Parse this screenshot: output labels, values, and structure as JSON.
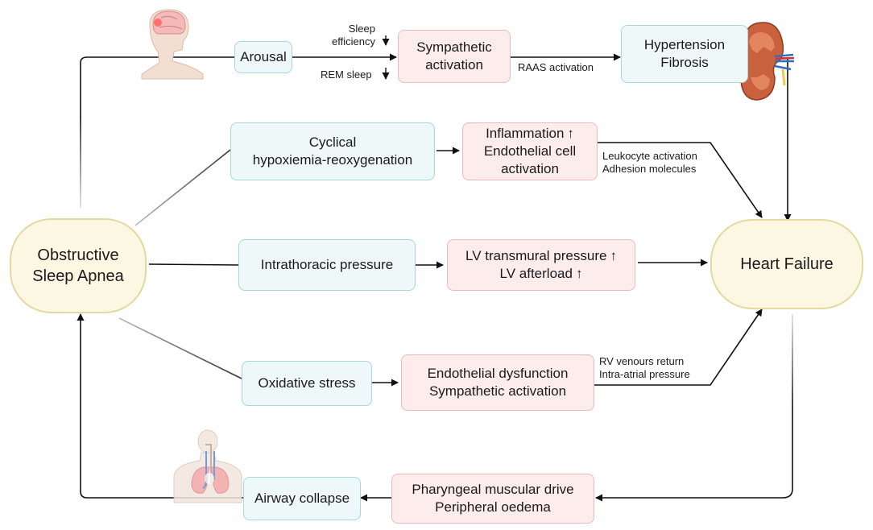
{
  "nodes": {
    "osa": [
      "Obstructive",
      "Sleep Apnea"
    ],
    "hf": "Heart Failure",
    "arousal": "Arousal",
    "sympathetic": [
      "Sympathetic",
      "activation"
    ],
    "hypertension": [
      "Hypertension",
      "Fibrosis"
    ],
    "cyclical": [
      "Cyclical",
      "hypoxiemia-reoxygenation"
    ],
    "inflammation": [
      "Inflammation",
      "Endothelial cell",
      "activation"
    ],
    "intrathoracic": "Intrathoracic pressure",
    "lv": [
      "LV transmural pressure",
      "LV afterload"
    ],
    "oxidative": "Oxidative stress",
    "endothelial": [
      "Endothelial dysfunction",
      "Sympathetic activation"
    ],
    "airway": "Airway collapse",
    "pharyngeal": [
      "Pharyngeal muscular drive",
      "Peripheral oedema"
    ]
  },
  "labels": {
    "sleep_efficiency": [
      "Sleep",
      "efficiency"
    ],
    "rem_sleep": "REM sleep",
    "raas": "RAAS activation",
    "leukocyte": [
      "Leukocyte activation",
      "Adhesion molecules"
    ],
    "rv": [
      "RV venours return",
      "Intra-atrial pressure"
    ]
  },
  "icons": [
    "head-brain-icon",
    "kidney-icon",
    "respiratory-system-icon",
    "arrow-up-icon",
    "arrow-down-icon"
  ],
  "colors": {
    "blue_fill": "#eef8f9",
    "blue_border": "#a8d7db",
    "pink_fill": "#fcecec",
    "pink_border": "#f0b9b9",
    "main_fill": "#fbf7e2",
    "main_border": "#e3d99f"
  }
}
